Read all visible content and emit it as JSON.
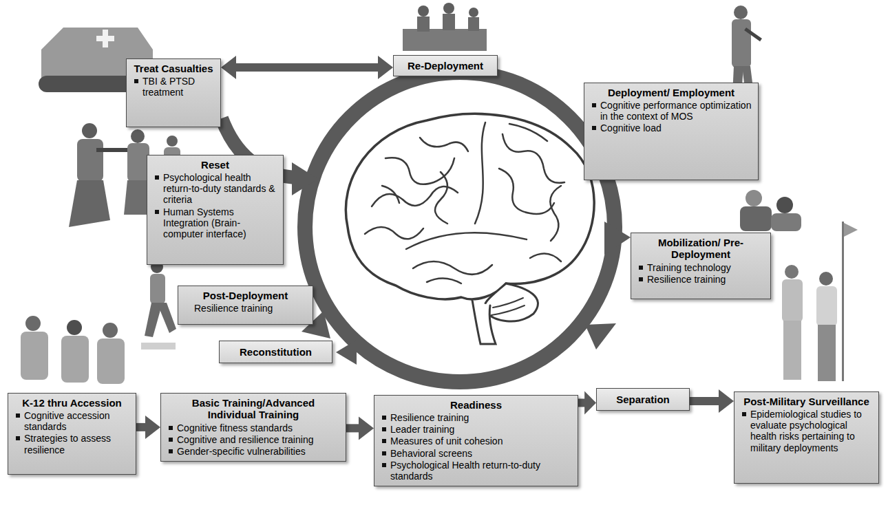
{
  "diagram": {
    "nodes": [
      {
        "text": [
          "Treat Casualties",
          "TBI & PTSD treatment"
        ]
      },
      {
        "text": [
          "Re-Deployment"
        ]
      },
      {
        "text": [
          "Deployment/ Employment",
          "Cognitive performance optimization in the context of MOS",
          "Cognitive load"
        ]
      },
      {
        "text": [
          "Reset",
          "Psychological health return-to-duty standards & criteria",
          "Human Systems Integration (Brain-computer interface)"
        ]
      },
      {
        "text": [
          "Mobilization/ Pre-Deployment",
          "Training technology",
          "Resilience training"
        ]
      },
      {
        "text": [
          "Post-Deployment",
          "Resilience training"
        ]
      },
      {
        "text": [
          "Reconstitution"
        ]
      },
      {
        "text": [
          "K-12 thru Accession",
          "Cognitive accession standards",
          "Strategies to assess resilience"
        ]
      },
      {
        "text": [
          "Basic Training/Advanced Individual Training",
          "Cognitive fitness standards",
          "Cognitive and resilience training",
          "Gender-specific vulnerabilities"
        ]
      },
      {
        "text": [
          "Readiness",
          "Resilience training",
          "Leader training",
          "Measures of unit cohesion",
          "Behavioral screens",
          "Psychological Health return-to-duty standards"
        ]
      },
      {
        "text": [
          "Separation"
        ]
      },
      {
        "text": [
          "Post-Military Surveillance",
          "Epidemiological studies to evaluate psychological health risks pertaining to military deployments"
        ]
      }
    ],
    "edges": [
      {
        "from": 0,
        "to": 1,
        "arrow": "both"
      },
      {
        "from": 7,
        "to": 8,
        "arrow": "to"
      },
      {
        "from": 8,
        "to": 9,
        "arrow": "to"
      },
      {
        "from": 9,
        "to": 10,
        "arrow": "to"
      },
      {
        "from": 10,
        "to": 11,
        "arrow": "to"
      }
    ]
  }
}
